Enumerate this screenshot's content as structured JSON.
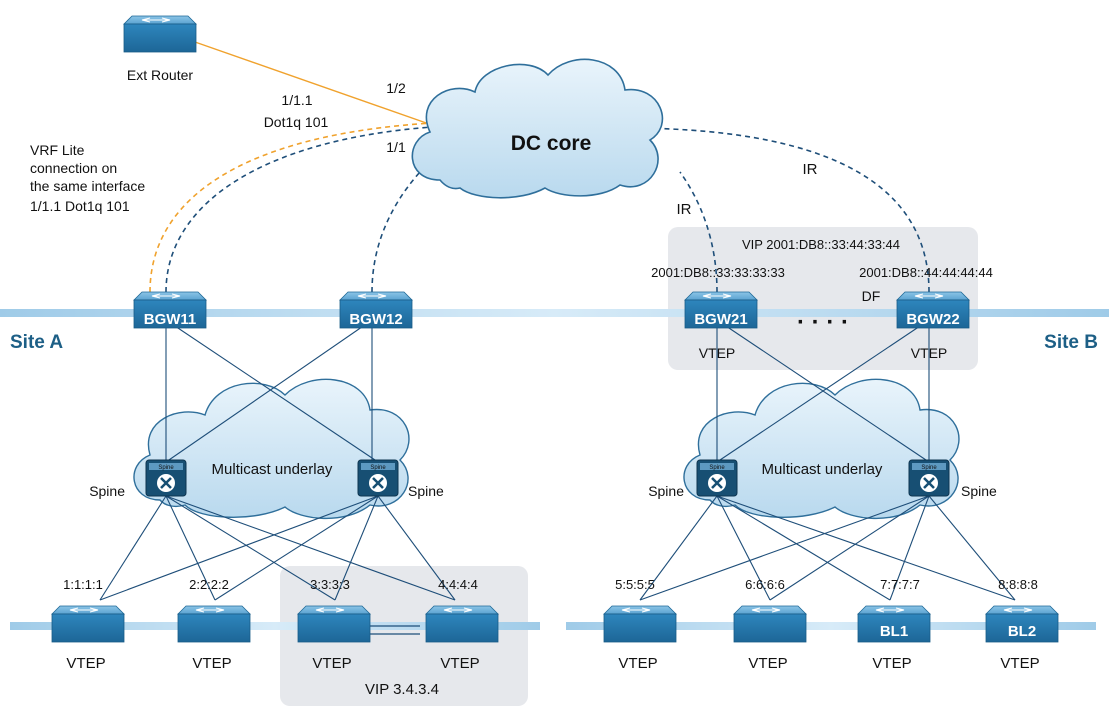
{
  "labels": {
    "ext_router": "Ext Router",
    "link_1_1_1": "1/1.1",
    "dot1q": "Dot1q 101",
    "link_1_2": "1/2",
    "link_1_1": "1/1",
    "vrf_lite": [
      "VRF Lite",
      "connection on",
      "the same interface",
      "1/1.1 Dot1q 101"
    ],
    "dc_core": "DC core",
    "ir_left": "IR",
    "ir_right": "IR",
    "vip_siteb": "VIP 2001:DB8::33:44:33:44",
    "ip_bgw21": "2001:DB8::33:33:33:33",
    "ip_bgw22": "2001:DB8::44:44:44:44",
    "df": "DF",
    "site_a": "Site A",
    "site_b": "Site B",
    "dots": "· · · ·",
    "vip_sitea": "VIP 3.4.3.4"
  },
  "site_a": {
    "bgws": [
      "BGW11",
      "BGW12"
    ],
    "underlay": "Multicast underlay",
    "spine_word": "Spine",
    "spine_badge": "Spine",
    "leaf_ips": [
      "1:1:1:1",
      "2:2:2:2",
      "3:3:3:3",
      "4:4:4:4"
    ],
    "leaf_names": [
      "VTEP",
      "VTEP",
      "VTEP",
      "VTEP"
    ]
  },
  "site_b": {
    "bgws": [
      "BGW21",
      "BGW22"
    ],
    "bgw_role": "VTEP",
    "underlay": "Multicast underlay",
    "spine_word": "Spine",
    "spine_badge": "Spine",
    "leaf_ips": [
      "5:5:5:5",
      "6:6:6:6",
      "7:7:7:7",
      "8:8:8:8"
    ],
    "leaf_tags": [
      "",
      "",
      "BL1",
      "BL2"
    ],
    "leaf_names": [
      "VTEP",
      "VTEP",
      "VTEP",
      "VTEP"
    ]
  },
  "colors": {
    "switch": "#2f83b8",
    "switch_dark": "#1f6a98",
    "band": "#bcdcf1",
    "cloud_fill": "#d3e8f6",
    "cloud_stroke": "#2f6f9b",
    "dashed_blue": "#1e4e79",
    "orange": "#f0a22d",
    "panel": "#e6e8ec",
    "spine": "#1a5b82"
  }
}
